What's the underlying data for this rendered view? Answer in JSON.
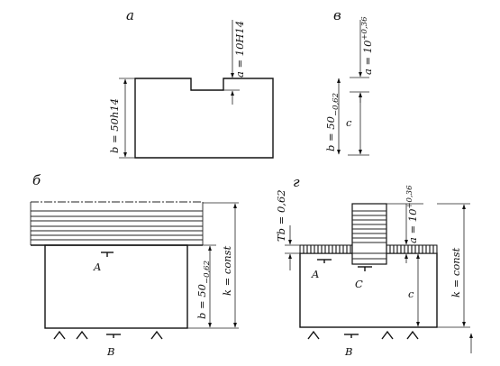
{
  "panel_a": {
    "letter": "а",
    "dim_b": "b = 50h14",
    "dim_a": "a = 10H14"
  },
  "panel_v": {
    "letter": "в",
    "dim_a_base": "a = 10",
    "dim_a_sup": "+0,36",
    "dim_b_base": "b = 50",
    "dim_b_sub": "−0,62",
    "dim_c": "c"
  },
  "panel_b": {
    "letter": "б",
    "dim_b_base": "b = 50",
    "dim_b_sub": "−0,62",
    "dim_k": "k = const",
    "label_A": "A",
    "label_B": "B"
  },
  "panel_g": {
    "letter": "г",
    "dim_tb": "Tb = 0,62",
    "dim_a_base": "a = 10",
    "dim_a_sup": "+0,36",
    "dim_k": "k = const",
    "dim_c": "c",
    "label_A": "A",
    "label_B": "B",
    "label_C": "C"
  }
}
